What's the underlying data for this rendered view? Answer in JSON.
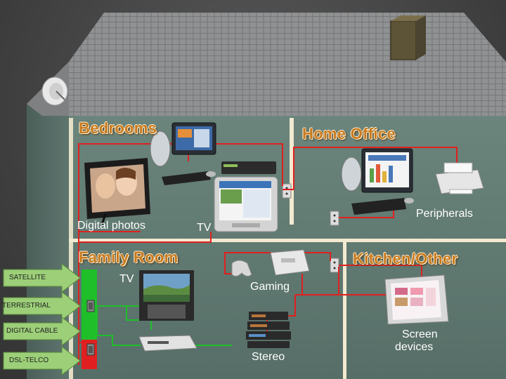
{
  "title": "The Connected Home",
  "rooms": {
    "bedrooms": "Bedrooms",
    "home_office": "Home Office",
    "family_room": "Family Room",
    "kitchen": "Kitchen/Other"
  },
  "labels": {
    "digital_photos": "Digital photos",
    "tv_upper": "TV",
    "peripherals": "Peripherals",
    "tv_family": "TV",
    "gaming": "Gaming",
    "stereo": "Stereo",
    "screen_devices_1": "Screen",
    "screen_devices_2": "devices"
  },
  "inputs": [
    "SATELLITE",
    "TERRESTRIAL",
    "DIGITAL CABLE",
    "DSL-TELCO"
  ],
  "colors": {
    "wall": "#5f7a72",
    "roof": "#8a8c8e",
    "divider": "#f2ead0",
    "red_cable": "#e02020",
    "green_cable": "#1fbf2a",
    "arrow_fill": "#9ccf78",
    "room_title": "#c87a1e"
  }
}
